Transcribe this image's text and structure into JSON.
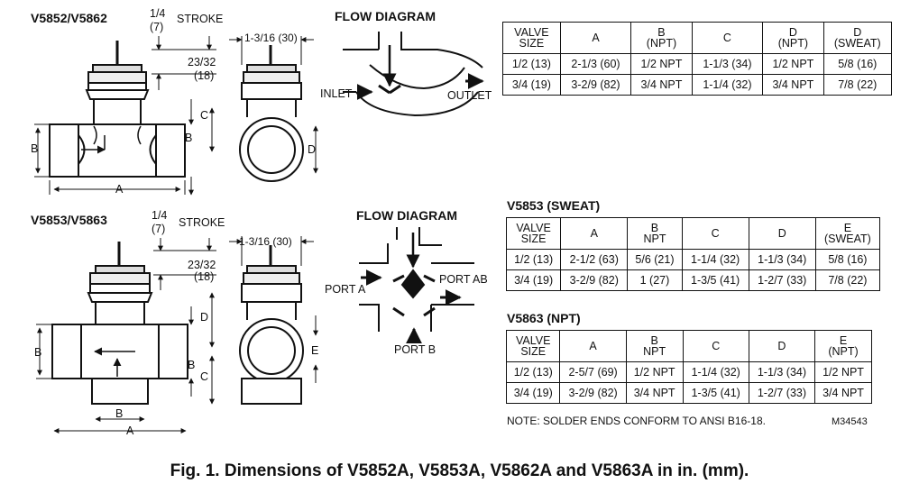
{
  "top": {
    "model": "V5852/V5862",
    "stroke_value": "1/4",
    "stroke_mm": "(7)",
    "stroke_label": "STROKE",
    "dim_top_width": "1-3/16 (30)",
    "dim_height": "23/32",
    "dim_height_mm": "(18)",
    "letter_c": "C",
    "letter_b_left": "B",
    "letter_b_right": "B",
    "letter_a": "A",
    "letter_d": "D",
    "flow_title": "FLOW DIAGRAM",
    "inlet": "INLET",
    "outlet": "OUTLET",
    "table": {
      "headers": [
        [
          "VALVE",
          "SIZE"
        ],
        [
          "A",
          ""
        ],
        [
          "B",
          "(NPT)"
        ],
        [
          "C",
          ""
        ],
        [
          "D",
          "(NPT)"
        ],
        [
          "D",
          "(SWEAT)"
        ]
      ],
      "rows": [
        [
          "1/2  (13)",
          "2-1/3 (60)",
          "1/2 NPT",
          "1-1/3 (34)",
          "1/2 NPT",
          "5/8 (16)"
        ],
        [
          "3/4  (19)",
          "3-2/9 (82)",
          "3/4 NPT",
          "1-1/4 (32)",
          "3/4 NPT",
          "7/8 (22)"
        ]
      ]
    }
  },
  "bottom": {
    "model": "V5853/V5863",
    "stroke_value": "1/4",
    "stroke_mm": "(7)",
    "stroke_label": "STROKE",
    "dim_top_width": "1-3/16 (30)",
    "dim_height": "23/32",
    "dim_height_mm": "(18)",
    "letter_d": "D",
    "letter_c": "C",
    "letter_b_left": "B",
    "letter_b_right": "B",
    "letter_b_bottom": "B",
    "letter_a": "A",
    "letter_e": "E",
    "flow_title": "FLOW DIAGRAM",
    "port_a": "PORT A",
    "port_ab": "PORT AB",
    "port_b": "PORT B",
    "sweat_title": "V5853 (SWEAT)",
    "sweat_table": {
      "headers": [
        [
          "VALVE",
          "SIZE"
        ],
        [
          "A",
          ""
        ],
        [
          "B",
          "NPT"
        ],
        [
          "C",
          ""
        ],
        [
          "D",
          ""
        ],
        [
          "E",
          "(SWEAT)"
        ]
      ],
      "rows": [
        [
          "1/2  (13)",
          "2-1/2 (63)",
          "5/6 (21)",
          "1-1/4 (32)",
          "1-1/3 (34)",
          "5/8 (16)"
        ],
        [
          "3/4  (19)",
          "3-2/9 (82)",
          "1 (27)",
          "1-3/5 (41)",
          "1-2/7 (33)",
          "7/8 (22)"
        ]
      ]
    },
    "npt_title": "V5863 (NPT)",
    "npt_table": {
      "headers": [
        [
          "VALVE",
          "SIZE"
        ],
        [
          "A",
          ""
        ],
        [
          "B",
          "NPT"
        ],
        [
          "C",
          ""
        ],
        [
          "D",
          ""
        ],
        [
          "E",
          "(NPT)"
        ]
      ],
      "rows": [
        [
          "1/2  (13)",
          "2-5/7 (69)",
          "1/2 NPT",
          "1-1/4 (32)",
          "1-1/3 (34)",
          "1/2 NPT"
        ],
        [
          "3/4  (19)",
          "3-2/9 (82)",
          "3/4 NPT",
          "1-3/5 (41)",
          "1-2/7 (33)",
          "3/4 NPT"
        ]
      ]
    },
    "note": "NOTE: SOLDER ENDS CONFORM TO ANSI B16-18.",
    "code": "M34543"
  },
  "caption": "Fig. 1. Dimensions of V5852A, V5853A, V5862A and V5863A in in. (mm)."
}
